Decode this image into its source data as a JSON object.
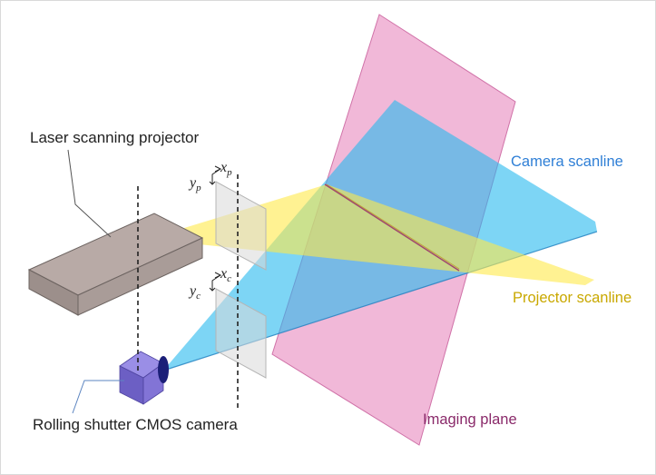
{
  "labels": {
    "projector": "Laser scanning projector",
    "camera": "Rolling shutter CMOS camera",
    "camera_scanline": "Camera scanline",
    "projector_scanline": "Projector scanline",
    "imaging_plane": "Imaging plane"
  },
  "axes": {
    "projector": {
      "x": "x",
      "x_sub": "p",
      "y": "y",
      "y_sub": "p"
    },
    "camera": {
      "x": "x",
      "x_sub": "c",
      "y": "y",
      "y_sub": "c"
    }
  },
  "colors": {
    "camera_scanline": "#2f7fd6",
    "projector_scanline": "#c9a800",
    "imaging_plane": "#8a2a6a",
    "plane_fill": "#e98cc0",
    "camera_beam": "#27b9ee",
    "projector_beam": "#ffe94a",
    "projector_body": "#b8aaa6",
    "camera_body": "#7d6fd0"
  }
}
